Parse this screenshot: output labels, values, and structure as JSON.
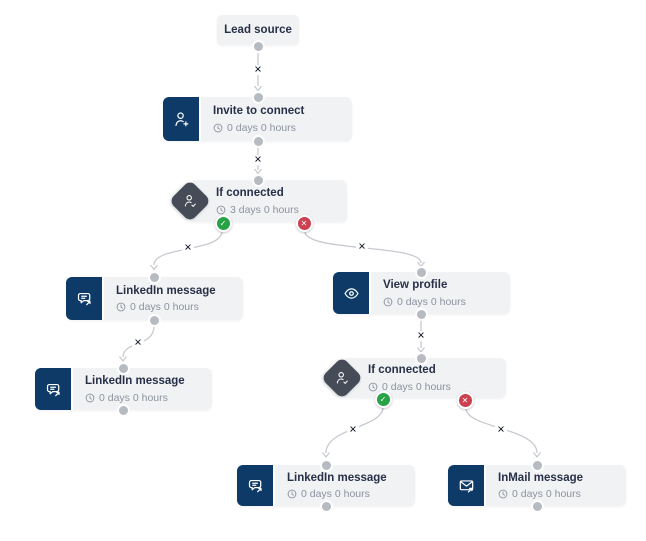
{
  "glyphs": {
    "remove": "✕",
    "yes": "✓",
    "no": "✕"
  },
  "colors": {
    "node_background": "#f1f2f4",
    "icon_panel": "#0e3a68",
    "condition_diamond": "#464c57",
    "title_text": "#273047",
    "delay_text": "#8c929e",
    "connector": "#c7cad0",
    "yes_badge": "#27a346",
    "no_badge": "#cd4050"
  },
  "nodes": {
    "lead_source": {
      "title": "Lead source"
    },
    "invite_to_connect": {
      "title": "Invite to connect",
      "delay": "0 days 0 hours"
    },
    "if_connected_1": {
      "title": "If connected",
      "delay": "3 days 0 hours"
    },
    "linkedin_message_1": {
      "title": "LinkedIn message",
      "delay": "0 days 0 hours"
    },
    "linkedin_message_2": {
      "title": "LinkedIn message",
      "delay": "0 days 0 hours"
    },
    "view_profile": {
      "title": "View profile",
      "delay": "0 days 0 hours"
    },
    "if_connected_2": {
      "title": "If connected",
      "delay": "0 days 0 hours"
    },
    "linkedin_message_3": {
      "title": "LinkedIn message",
      "delay": "0 days 0 hours"
    },
    "inmail_message": {
      "title": "InMail message",
      "delay": "0 days 0 hours"
    }
  }
}
